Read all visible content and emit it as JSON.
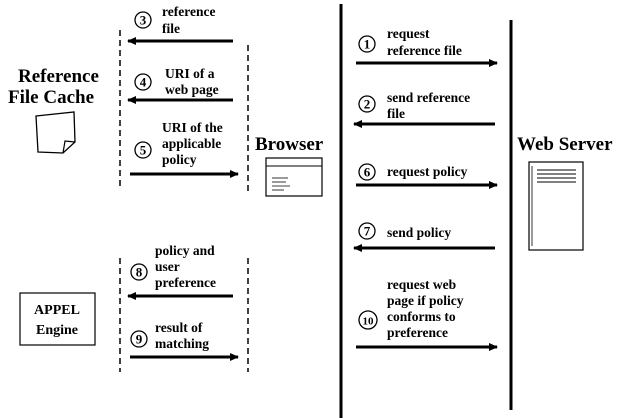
{
  "titles": {
    "cache_line1": "Reference",
    "cache_line2": "File Cache",
    "browser": "Browser",
    "server": "Web Server",
    "appel_line1": "APPEL",
    "appel_line2": "Engine"
  },
  "steps": [
    {
      "num": "1",
      "lines": [
        "request",
        "reference file"
      ]
    },
    {
      "num": "2",
      "lines": [
        "send reference",
        "file"
      ]
    },
    {
      "num": "3",
      "lines": [
        "reference",
        "file"
      ]
    },
    {
      "num": "4",
      "lines": [
        "URI of a",
        "web page"
      ]
    },
    {
      "num": "5",
      "lines": [
        "URI of the",
        "applicable",
        "policy"
      ]
    },
    {
      "num": "6",
      "lines": [
        "request policy"
      ]
    },
    {
      "num": "7",
      "lines": [
        "send policy"
      ]
    },
    {
      "num": "8",
      "lines": [
        "policy and",
        "user",
        "preference"
      ]
    },
    {
      "num": "9",
      "lines": [
        "result of",
        "matching"
      ]
    },
    {
      "num": "10",
      "lines": [
        "request web",
        "page if policy",
        "conforms to",
        "preference"
      ]
    }
  ]
}
